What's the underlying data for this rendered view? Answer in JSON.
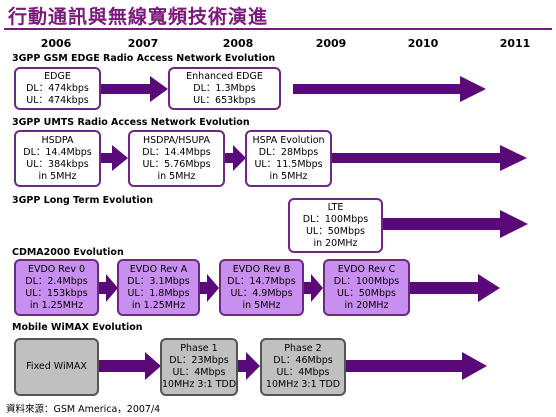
{
  "title": "行動通訊與無線寬頻技術演進",
  "years": [
    "2006",
    "2007",
    "2008",
    "2009",
    "2010",
    "2011"
  ],
  "sections": {
    "gsm": "3GPP GSM EDGE Radio Access Network Evolution",
    "umts": "3GPP UMTS Radio Access Network Evolution",
    "lte": "3GPP Long Term Evolution",
    "cdma": "CDMA2000 Evolution",
    "wimax": "Mobile WiMAX Evolution"
  },
  "boxes": {
    "edge": [
      "EDGE",
      "DL：474kbps",
      "UL：474kbps"
    ],
    "enhanced_edge": [
      "Enhanced EDGE",
      "DL：1.3Mbps",
      "UL：653kbps"
    ],
    "hsdpa": [
      "HSDPA",
      "DL：14.4Mbps",
      "UL：384kbps",
      "in 5MHz"
    ],
    "hsdpa_hsupa": [
      "HSDPA/HSUPA",
      "DL：14.4Mbps",
      "UL：5.76Mbps",
      "in 5MHz"
    ],
    "hspa_evolution": [
      "HSPA Evolution",
      "DL：28Mbps",
      "UL：11.5Mbps",
      "in 5MHz"
    ],
    "lte": [
      "LTE",
      "DL：100Mbps",
      "UL：50Mbps",
      "in 20MHz"
    ],
    "evdo_rev0": [
      "EVDO Rev 0",
      "DL：2.4Mbps",
      "UL：153kbps",
      "in 1.25MHz"
    ],
    "evdo_reva": [
      "EVDO Rev A",
      "DL：3.1Mbps",
      "UL：1.8Mbps",
      "in 1.25MHz"
    ],
    "evdo_revb": [
      "EVDO Rev B",
      "DL：14.7Mbps",
      "UL：4.9Mbps",
      "in 5MHz"
    ],
    "evdo_revc": [
      "EVDO Rev C",
      "DL：100Mbps",
      "UL：50Mbps",
      "in 20MHz"
    ],
    "fixed_wimax": [
      "Fixed WiMAX"
    ],
    "phase1": [
      "Phase 1",
      "DL：23Mbps",
      "UL：4Mbps",
      "10MHz 3:1 TDD"
    ],
    "phase2": [
      "Phase 2",
      "DL：46Mbps",
      "UL：4Mbps",
      "10MHz 3:1 TDD"
    ]
  },
  "source": "資料來源：GSM America，2007/4",
  "colors": {
    "accent": "#7a1a7a",
    "arrow": "#5a0a78",
    "box_border": "#6b2a82",
    "cdma_fill": "#c98ff0",
    "wimax_fill": "#c0c0c0"
  }
}
